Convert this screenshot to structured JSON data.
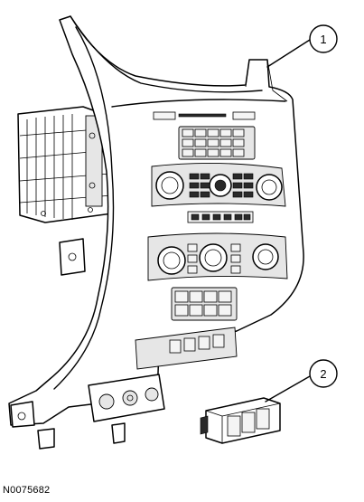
{
  "callouts": [
    {
      "label": "1"
    },
    {
      "label": "2"
    }
  ],
  "figure_id": "N0075682"
}
